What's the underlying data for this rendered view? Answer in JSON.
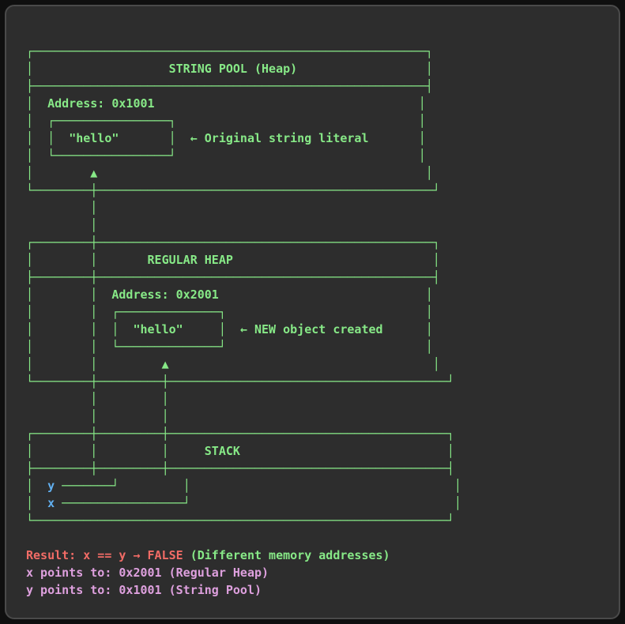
{
  "colors": {
    "background": "#0f0f0f",
    "panel_background": "#2d2d2d",
    "panel_border": "#4a4a4a",
    "diagram_green": "#87e987",
    "variable_blue": "#61afef",
    "result_red": "#f26c66",
    "points_plum": "#dea0de"
  },
  "summary": {
    "string_pool": {
      "title": "STRING POOL (Heap)",
      "address": "Address: 0x1001",
      "value": "\"hello\"",
      "note": "← Original string literal"
    },
    "regular_heap": {
      "title": "REGULAR HEAP",
      "address": "Address: 0x2001",
      "value": "\"hello\"",
      "note": "← NEW object created"
    },
    "stack": {
      "title": "STACK",
      "variables": [
        "y",
        "x"
      ]
    },
    "result_lines": [
      "Result: x == y → FALSE (Different memory addresses)",
      "x points to: 0x2001 (Regular Heap)",
      "y points to: 0x1001 (String Pool)"
    ]
  },
  "diagram": {
    "rows": [
      {
        "name": "string-pool-top-border",
        "segs": [
          {
            "t": "┌"
          },
          {
            "t": "─",
            "n": 55
          },
          {
            "t": "┐"
          }
        ]
      },
      {
        "name": "string-pool-title-row",
        "segs": [
          {
            "t": "│"
          },
          {
            "t": " ",
            "n": 19
          },
          {
            "t": "STRING POOL (Heap)",
            "name": "string-pool-title"
          },
          {
            "t": " ",
            "n": 18
          },
          {
            "t": "│"
          }
        ]
      },
      {
        "name": "string-pool-separator",
        "segs": [
          {
            "t": "├"
          },
          {
            "t": "─",
            "n": 55
          },
          {
            "t": "┤"
          }
        ]
      },
      {
        "name": "string-pool-address-row",
        "segs": [
          {
            "t": "│"
          },
          {
            "t": " ",
            "n": 2
          },
          {
            "t": "Address: 0x1001",
            "name": "string-pool-address"
          },
          {
            "t": " ",
            "n": 37
          },
          {
            "t": "│"
          }
        ]
      },
      {
        "name": "string-pool-value-box-top",
        "segs": [
          {
            "t": "│"
          },
          {
            "t": " ",
            "n": 2
          },
          {
            "t": "┌"
          },
          {
            "t": "─",
            "n": 16
          },
          {
            "t": "┐"
          },
          {
            "t": " ",
            "n": 34
          },
          {
            "t": "│"
          }
        ]
      },
      {
        "name": "string-pool-value-row",
        "segs": [
          {
            "t": "│"
          },
          {
            "t": " ",
            "n": 2
          },
          {
            "t": "│"
          },
          {
            "t": " ",
            "n": 2
          },
          {
            "t": "\"hello\"",
            "name": "string-pool-value"
          },
          {
            "t": " ",
            "n": 7
          },
          {
            "t": "│"
          },
          {
            "t": " ",
            "n": 2
          },
          {
            "t": "←",
            "name": "left-arrow-icon"
          },
          {
            "t": " Original string literal",
            "name": "string-pool-note"
          },
          {
            "t": " ",
            "n": 7
          },
          {
            "t": "│"
          }
        ]
      },
      {
        "name": "string-pool-value-box-bottom",
        "segs": [
          {
            "t": "│"
          },
          {
            "t": " ",
            "n": 2
          },
          {
            "t": "└"
          },
          {
            "t": "─",
            "n": 16
          },
          {
            "t": "┘"
          },
          {
            "t": " ",
            "n": 34
          },
          {
            "t": "│"
          }
        ]
      },
      {
        "name": "string-pool-arrow-row",
        "segs": [
          {
            "t": "│"
          },
          {
            "t": " ",
            "n": 8
          },
          {
            "t": "▲",
            "name": "up-arrow-icon"
          },
          {
            "t": " ",
            "n": 46
          },
          {
            "t": "│"
          }
        ]
      },
      {
        "name": "string-pool-bottom-border",
        "segs": [
          {
            "t": "└"
          },
          {
            "t": "─",
            "n": 8
          },
          {
            "t": "┼"
          },
          {
            "t": "─",
            "n": 47
          },
          {
            "t": "┘"
          }
        ]
      },
      {
        "name": "pointer-gap-row-1",
        "segs": [
          {
            "t": " ",
            "n": 9
          },
          {
            "t": "│"
          }
        ]
      },
      {
        "name": "pointer-gap-row-2",
        "segs": [
          {
            "t": " ",
            "n": 9
          },
          {
            "t": "│"
          }
        ]
      },
      {
        "name": "regular-heap-top-border",
        "segs": [
          {
            "t": "┌"
          },
          {
            "t": "─",
            "n": 8
          },
          {
            "t": "┼"
          },
          {
            "t": "─",
            "n": 47
          },
          {
            "t": "┐"
          }
        ]
      },
      {
        "name": "regular-heap-title-row",
        "segs": [
          {
            "t": "│"
          },
          {
            "t": " ",
            "n": 8
          },
          {
            "t": "│"
          },
          {
            "t": " ",
            "n": 7
          },
          {
            "t": "REGULAR HEAP",
            "name": "regular-heap-title"
          },
          {
            "t": " ",
            "n": 28
          },
          {
            "t": "│"
          }
        ]
      },
      {
        "name": "regular-heap-separator",
        "segs": [
          {
            "t": "├"
          },
          {
            "t": "─",
            "n": 8
          },
          {
            "t": "┼"
          },
          {
            "t": "─",
            "n": 47
          },
          {
            "t": "┤"
          }
        ]
      },
      {
        "name": "regular-heap-address-row",
        "segs": [
          {
            "t": "│"
          },
          {
            "t": " ",
            "n": 8
          },
          {
            "t": "│"
          },
          {
            "t": " ",
            "n": 2
          },
          {
            "t": "Address: 0x2001",
            "name": "regular-heap-address"
          },
          {
            "t": " ",
            "n": 29
          },
          {
            "t": "│"
          }
        ]
      },
      {
        "name": "regular-heap-value-box-top",
        "segs": [
          {
            "t": "│"
          },
          {
            "t": " ",
            "n": 8
          },
          {
            "t": "│"
          },
          {
            "t": " ",
            "n": 2
          },
          {
            "t": "┌"
          },
          {
            "t": "─",
            "n": 14
          },
          {
            "t": "┐"
          },
          {
            "t": " ",
            "n": 28
          },
          {
            "t": "│"
          }
        ]
      },
      {
        "name": "regular-heap-value-row",
        "segs": [
          {
            "t": "│"
          },
          {
            "t": " ",
            "n": 8
          },
          {
            "t": "│"
          },
          {
            "t": " ",
            "n": 2
          },
          {
            "t": "│"
          },
          {
            "t": " ",
            "n": 2
          },
          {
            "t": "\"hello\"",
            "name": "regular-heap-value"
          },
          {
            "t": " ",
            "n": 5
          },
          {
            "t": "│"
          },
          {
            "t": " ",
            "n": 2
          },
          {
            "t": "←",
            "name": "left-arrow-icon"
          },
          {
            "t": " NEW object created",
            "name": "regular-heap-note"
          },
          {
            "t": " ",
            "n": 6
          },
          {
            "t": "│"
          }
        ]
      },
      {
        "name": "regular-heap-value-box-bottom",
        "segs": [
          {
            "t": "│"
          },
          {
            "t": " ",
            "n": 8
          },
          {
            "t": "│"
          },
          {
            "t": " ",
            "n": 2
          },
          {
            "t": "└"
          },
          {
            "t": "─",
            "n": 14
          },
          {
            "t": "┘"
          },
          {
            "t": " ",
            "n": 28
          },
          {
            "t": "│"
          }
        ]
      },
      {
        "name": "regular-heap-arrow-row",
        "segs": [
          {
            "t": "│"
          },
          {
            "t": " ",
            "n": 8
          },
          {
            "t": "│"
          },
          {
            "t": " ",
            "n": 9
          },
          {
            "t": "▲",
            "name": "up-arrow-icon"
          },
          {
            "t": " ",
            "n": 37
          },
          {
            "t": "│"
          }
        ]
      },
      {
        "name": "regular-heap-bottom-border",
        "segs": [
          {
            "t": "└"
          },
          {
            "t": "─",
            "n": 8
          },
          {
            "t": "┼"
          },
          {
            "t": "─",
            "n": 9
          },
          {
            "t": "┼"
          },
          {
            "t": "─",
            "n": 39
          },
          {
            "t": "┘"
          }
        ]
      },
      {
        "name": "pointer-gap-row-3",
        "segs": [
          {
            "t": " ",
            "n": 9
          },
          {
            "t": "│"
          },
          {
            "t": " ",
            "n": 9
          },
          {
            "t": "│"
          }
        ]
      },
      {
        "name": "pointer-gap-row-4",
        "segs": [
          {
            "t": " ",
            "n": 9
          },
          {
            "t": "│"
          },
          {
            "t": " ",
            "n": 9
          },
          {
            "t": "│"
          }
        ]
      },
      {
        "name": "stack-top-border",
        "segs": [
          {
            "t": "┌"
          },
          {
            "t": "─",
            "n": 8
          },
          {
            "t": "┼"
          },
          {
            "t": "─",
            "n": 9
          },
          {
            "t": "┼"
          },
          {
            "t": "─",
            "n": 39
          },
          {
            "t": "┐"
          }
        ]
      },
      {
        "name": "stack-title-row",
        "segs": [
          {
            "t": "│"
          },
          {
            "t": " ",
            "n": 8
          },
          {
            "t": "│"
          },
          {
            "t": " ",
            "n": 9
          },
          {
            "t": "│"
          },
          {
            "t": " ",
            "n": 5
          },
          {
            "t": "STACK",
            "name": "stack-title"
          },
          {
            "t": " ",
            "n": 29
          },
          {
            "t": "│"
          }
        ]
      },
      {
        "name": "stack-separator",
        "segs": [
          {
            "t": "├"
          },
          {
            "t": "─",
            "n": 8
          },
          {
            "t": "┼"
          },
          {
            "t": "─",
            "n": 9
          },
          {
            "t": "┼"
          },
          {
            "t": "─",
            "n": 39
          },
          {
            "t": "┤"
          }
        ]
      },
      {
        "name": "stack-y-row",
        "segs": [
          {
            "t": "│"
          },
          {
            "t": " ",
            "n": 2
          },
          {
            "t": "y",
            "c": "b",
            "name": "stack-var-y"
          },
          {
            "t": " "
          },
          {
            "t": "─",
            "n": 7
          },
          {
            "t": "┘"
          },
          {
            "t": " ",
            "n": 9
          },
          {
            "t": "│"
          },
          {
            "t": " ",
            "n": 37
          },
          {
            "t": "│"
          }
        ]
      },
      {
        "name": "stack-x-row",
        "segs": [
          {
            "t": "│"
          },
          {
            "t": " ",
            "n": 2
          },
          {
            "t": "x",
            "c": "b",
            "name": "stack-var-x"
          },
          {
            "t": " "
          },
          {
            "t": "─",
            "n": 17
          },
          {
            "t": "┘"
          },
          {
            "t": " ",
            "n": 37
          },
          {
            "t": "│"
          }
        ]
      },
      {
        "name": "stack-bottom-border",
        "segs": [
          {
            "t": "└"
          },
          {
            "t": "─",
            "n": 58
          },
          {
            "t": "┘"
          }
        ]
      },
      {
        "name": "blank-row",
        "segs": [
          {
            "t": " "
          }
        ]
      },
      {
        "name": "result-row",
        "segs": [
          {
            "t": "Result:",
            "c": "r",
            "name": "result-label"
          },
          {
            "t": " x == y ",
            "c": "r",
            "name": "result-expression"
          },
          {
            "t": "→",
            "c": "r",
            "name": "right-arrow-icon"
          },
          {
            "t": " FALSE",
            "c": "r",
            "name": "result-value"
          },
          {
            "t": " (Different memory addresses)",
            "name": "result-explanation"
          }
        ]
      },
      {
        "name": "x-points-row",
        "segs": [
          {
            "t": "x points to: 0x2001 (Regular Heap)",
            "c": "p",
            "name": "x-points-text"
          }
        ]
      },
      {
        "name": "y-points-row",
        "segs": [
          {
            "t": "y points to: 0x1001 (String Pool)",
            "c": "p",
            "name": "y-points-text"
          }
        ]
      }
    ]
  }
}
